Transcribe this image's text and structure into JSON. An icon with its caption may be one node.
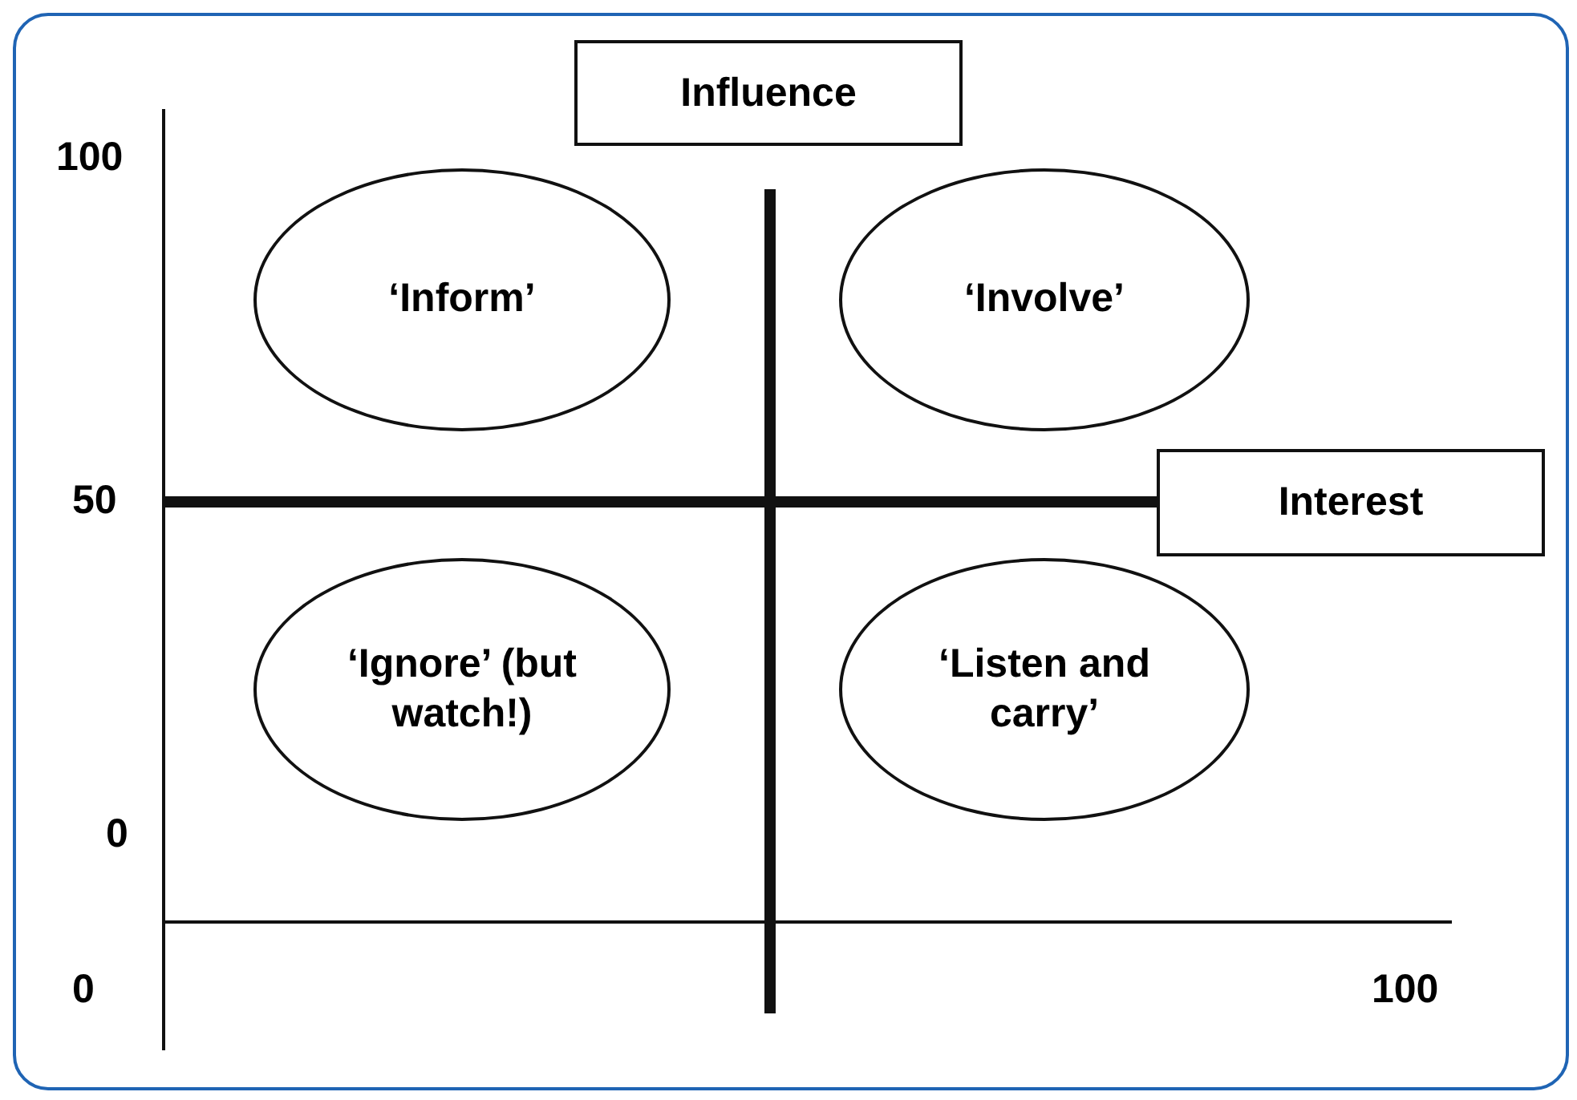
{
  "diagram": {
    "nodes": [
      {
        "text": [
          "Influence"
        ]
      },
      {
        "text": [
          "‘Inform’"
        ]
      },
      {
        "text": [
          "‘Involve’"
        ]
      },
      {
        "text": [
          "Interest"
        ]
      },
      {
        "text": [
          "‘Ignore’ (but watch!)"
        ]
      },
      {
        "text": [
          "‘Listen and carry’"
        ]
      }
    ],
    "labels": [
      "100",
      "50",
      "0",
      "0",
      "100"
    ]
  }
}
